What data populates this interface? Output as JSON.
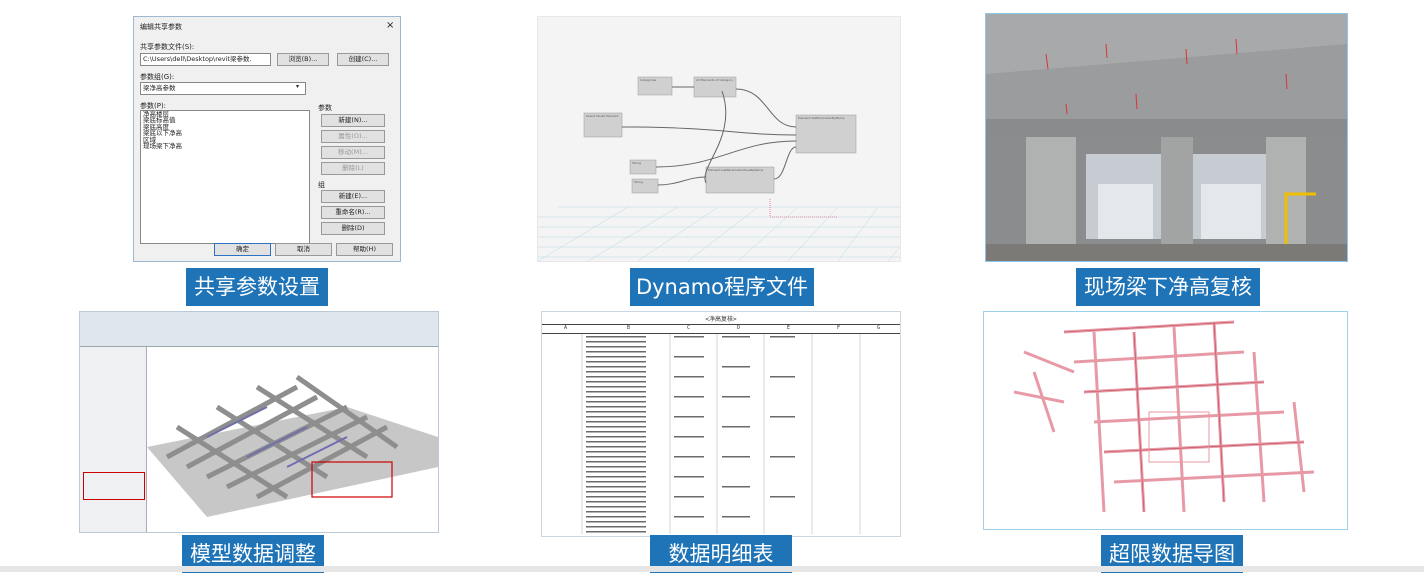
{
  "captions": {
    "c1": "共享参数设置",
    "c2": "Dynamo程序文件",
    "c3": "现场梁下净高复核",
    "c4": "模型数据调整",
    "c5": "数据明细表",
    "c6": "超限数据导图"
  },
  "dialog": {
    "title": "编辑共享参数",
    "close": "×",
    "file_label": "共享参数文件(S):",
    "file_path": "C:\\Users\\dell\\Desktop\\revit梁参数.",
    "browse": "浏览(B)...",
    "create": "创建(C)...",
    "group_label": "参数组(G):",
    "group_value": "梁净高参数",
    "params_label": "参数(P):",
    "params": [
      "净高楼层",
      "梁底标高值",
      "梁底高度",
      "梁底以下净高",
      "区域",
      "现场梁下净高"
    ],
    "param_section": "参数",
    "new_param": "新建(N)...",
    "properties": "属性(O)...",
    "move": "移动(M)...",
    "delete_param": "删除(L)",
    "group_section": "组",
    "new_group": "新建(E)...",
    "rename_group": "重命名(R)...",
    "delete_group": "删除(D)",
    "ok": "确定",
    "cancel": "取消",
    "help": "帮助(H)"
  },
  "dynamo": {
    "nodes": [
      "Categories",
      "All Elements of Category",
      "Select Model Element",
      "String",
      "String",
      "Element.SetParameterByName",
      "Element.GetParameterValueByName"
    ]
  },
  "table": {
    "title": "<净高复核>",
    "cols": [
      "A",
      "B",
      "C",
      "D",
      "E",
      "F",
      "G"
    ]
  }
}
